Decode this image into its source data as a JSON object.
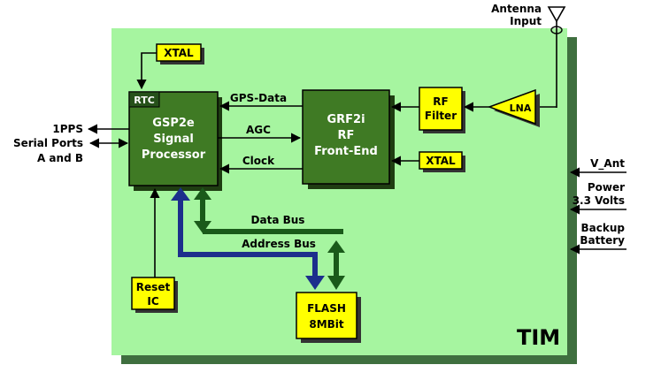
{
  "diagram": {
    "module_name": "TIM",
    "antenna": {
      "label_line1": "Antenna",
      "label_line2": "Input"
    },
    "blocks": {
      "gsp2e": {
        "tag": "RTC",
        "line1": "GSP2e",
        "line2": "Signal",
        "line3": "Processor"
      },
      "grf2i": {
        "line1": "GRF2i",
        "line2": "RF",
        "line3": "Front-End"
      },
      "rf_filter": {
        "line1": "RF",
        "line2": "Filter"
      },
      "lna": {
        "label": "LNA"
      },
      "xtal_top": {
        "label": "XTAL"
      },
      "xtal_right": {
        "label": "XTAL"
      },
      "reset": {
        "line1": "Reset",
        "line2": "IC"
      },
      "flash": {
        "line1": "FLASH",
        "line2": "8MBit"
      }
    },
    "signals": {
      "gps_data": "GPS-Data",
      "agc": "AGC",
      "clock": "Clock",
      "data_bus": "Data Bus",
      "address_bus": "Address Bus"
    },
    "left_io": {
      "pps": "1PPS",
      "serial_line1": "Serial Ports",
      "serial_line2": "A and B"
    },
    "right_io": {
      "v_ant": "V_Ant",
      "power_line1": "Power",
      "power_line2": "3.3 Volts",
      "backup_line1": "Backup",
      "backup_line2": "Battery"
    },
    "colors": {
      "board": "#a6f5a0",
      "board_shadow": "#3f6f3f",
      "dark_block": "#3f7a24",
      "yellow_block": "#ffff00",
      "data_bus": "#1a5a1a",
      "address_bus": "#1c2f8c"
    }
  }
}
